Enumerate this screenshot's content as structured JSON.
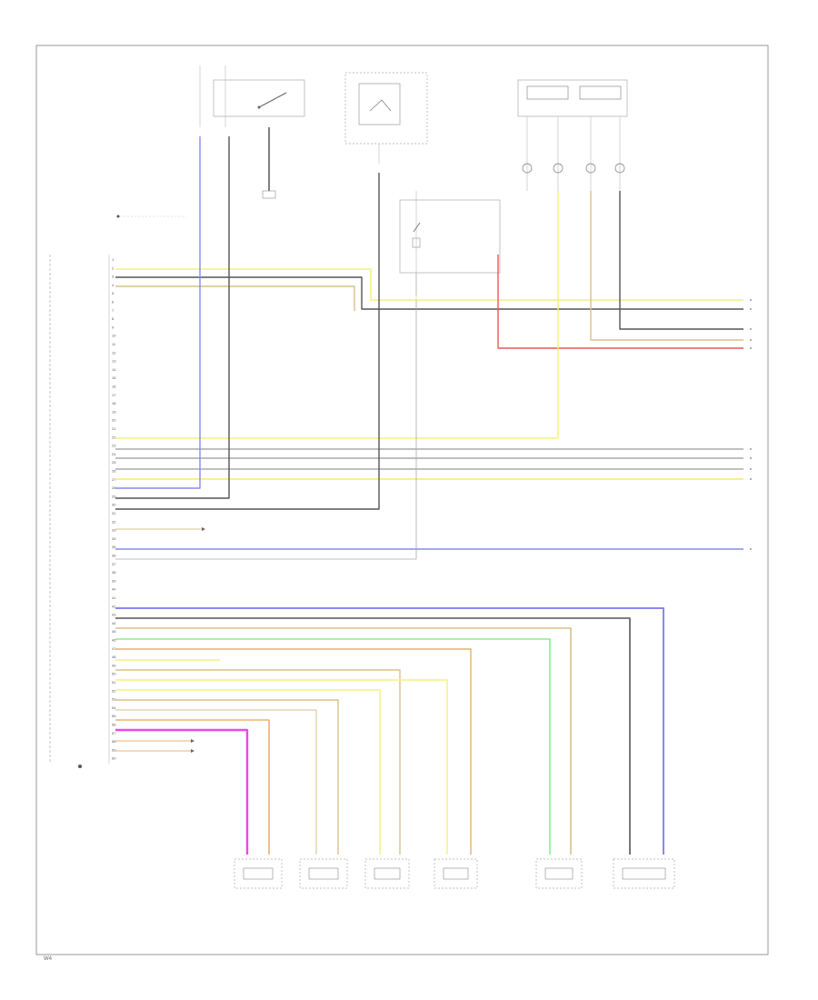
{
  "left_module": {
    "pins": [
      "1",
      "2",
      "3",
      "4",
      "5",
      "6",
      "7",
      "8",
      "9",
      "10",
      "11",
      "12",
      "13",
      "14",
      "15",
      "16",
      "17",
      "18",
      "19",
      "20",
      "21",
      "22",
      "23",
      "24",
      "25",
      "26",
      "27",
      "28",
      "29",
      "30",
      "31",
      "32",
      "33",
      "34",
      "35",
      "36",
      "37",
      "38",
      "39",
      "40",
      "41",
      "42",
      "43",
      "44",
      "45",
      "46",
      "47",
      "48",
      "49",
      "50",
      "51",
      "52",
      "53",
      "54",
      "55",
      "56",
      "57",
      "58",
      "59",
      "60"
    ]
  },
  "wire_colors": {
    "yellow": "#f5f07a",
    "gray": "#aaaaaa",
    "dark": "#555555",
    "blue": "#8888ee",
    "red": "#ee5555",
    "orange": "#e8b070",
    "green": "#88ee88",
    "magenta": "#ee44ee",
    "tan": "#d8c088",
    "frame": "#999999"
  },
  "footer_code": "W4"
}
